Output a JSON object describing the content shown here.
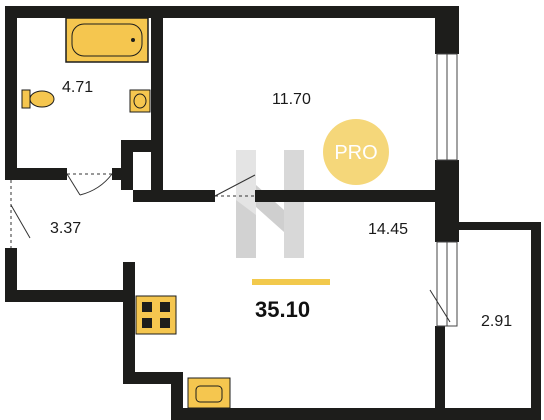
{
  "plan": {
    "rooms": {
      "bathroom_area": "4.71",
      "room_area": "11.70",
      "hall_area": "3.37",
      "kitchen_area": "14.45",
      "balcony_area": "2.91"
    },
    "total_area": "35.10",
    "badge": "PRO"
  },
  "colors": {
    "wall": "#1d1d1b",
    "fixture_fill": "#f5c64f",
    "badge_fill": "#f5d77a",
    "accent_bar": "#f2c94c",
    "watermark_light": "#e3e3e3",
    "watermark_dark": "#c9c9c9"
  },
  "icons": [
    "bathtub-icon",
    "toilet-icon",
    "washbasin-icon",
    "stove-icon",
    "kitchen-sink-icon",
    "door-swing-icon",
    "window-icon",
    "logo-watermark-icon"
  ]
}
